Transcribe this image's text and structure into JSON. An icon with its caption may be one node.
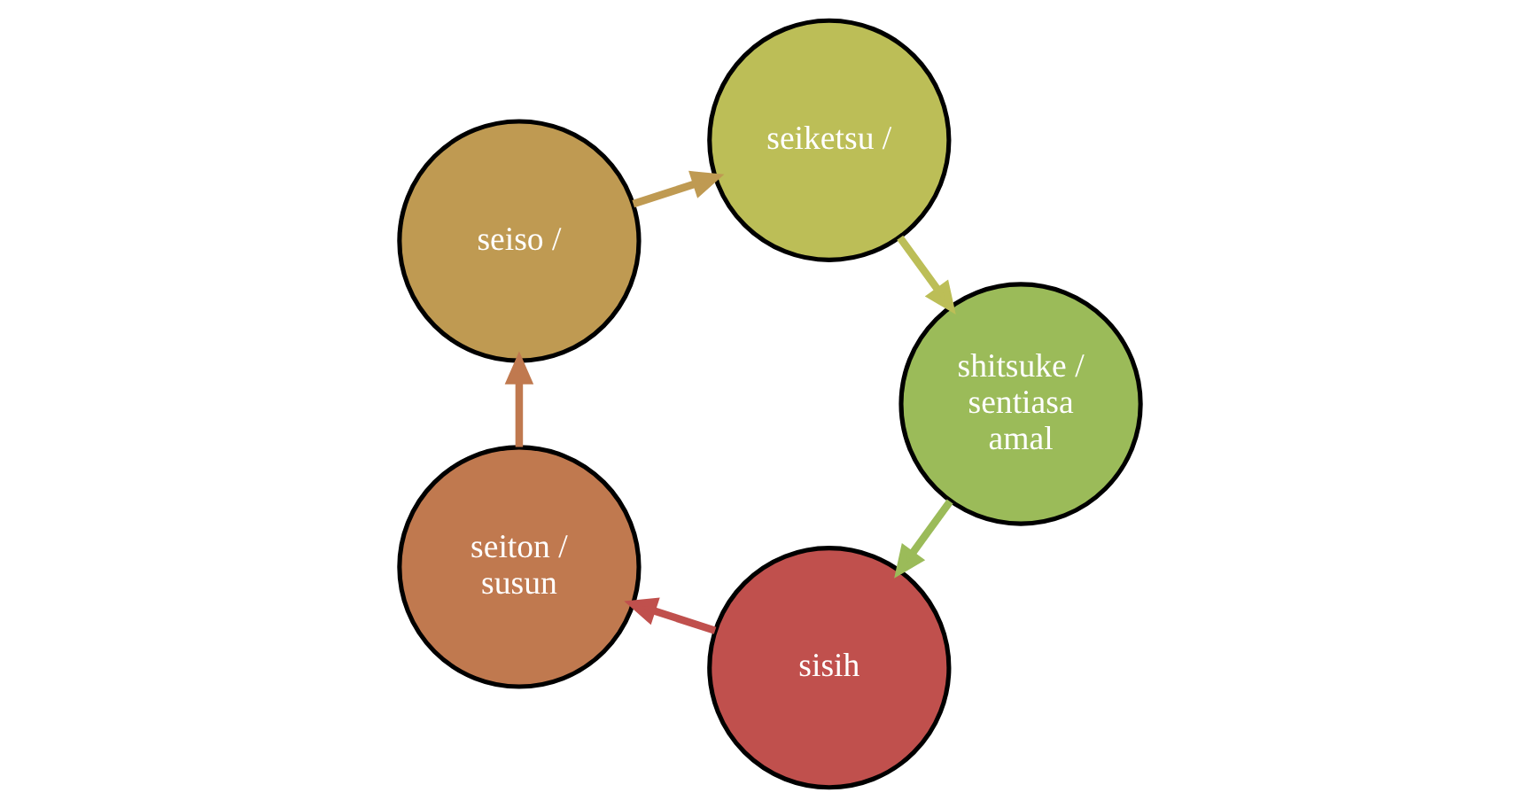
{
  "diagram": {
    "nodes": [
      {
        "text": [
          "sisih"
        ]
      },
      {
        "text": [
          "seiton / susun"
        ]
      },
      {
        "text": [
          "seiso /"
        ]
      },
      {
        "text": [
          "seiketsu /"
        ]
      },
      {
        "text": [
          "shitsuke / sentiasa amal"
        ]
      }
    ],
    "edges": [
      {
        "from": 0,
        "to": 1,
        "arrow": "to",
        "color": "#c0504d"
      },
      {
        "from": 1,
        "to": 2,
        "arrow": "to",
        "color": "#c0794f"
      },
      {
        "from": 2,
        "to": 3,
        "arrow": "to",
        "color": "#bf9a52"
      },
      {
        "from": 3,
        "to": 4,
        "arrow": "to",
        "color": "#bcbe57"
      },
      {
        "from": 4,
        "to": 0,
        "arrow": "to",
        "color": "#9bbb59"
      }
    ]
  }
}
